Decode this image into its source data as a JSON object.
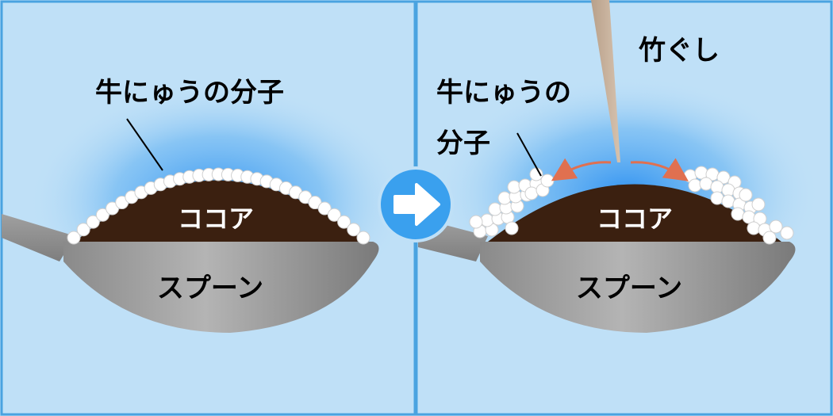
{
  "colors": {
    "background": "#bfe0f7",
    "border": "#4aa3e0",
    "glow": "#3d9ef0",
    "cocoa": "#3b2010",
    "spoon": "#a8a8a8",
    "molecule": "#ffffff",
    "arrow_circle": "#3aa0ee",
    "skewer": "#c8b09a",
    "motion_arrow": "#e07050"
  },
  "left_panel": {
    "milk_label": "牛にゅうの分子",
    "cocoa_label": "ココア",
    "spoon_label": "スプーン"
  },
  "right_panel": {
    "milk_label_line1": "牛にゅうの",
    "milk_label_line2": "分子",
    "cocoa_label": "ココア",
    "spoon_label": "スプーン",
    "skewer_label": "竹ぐし"
  },
  "icons": {
    "transition": "right-arrow-icon"
  }
}
